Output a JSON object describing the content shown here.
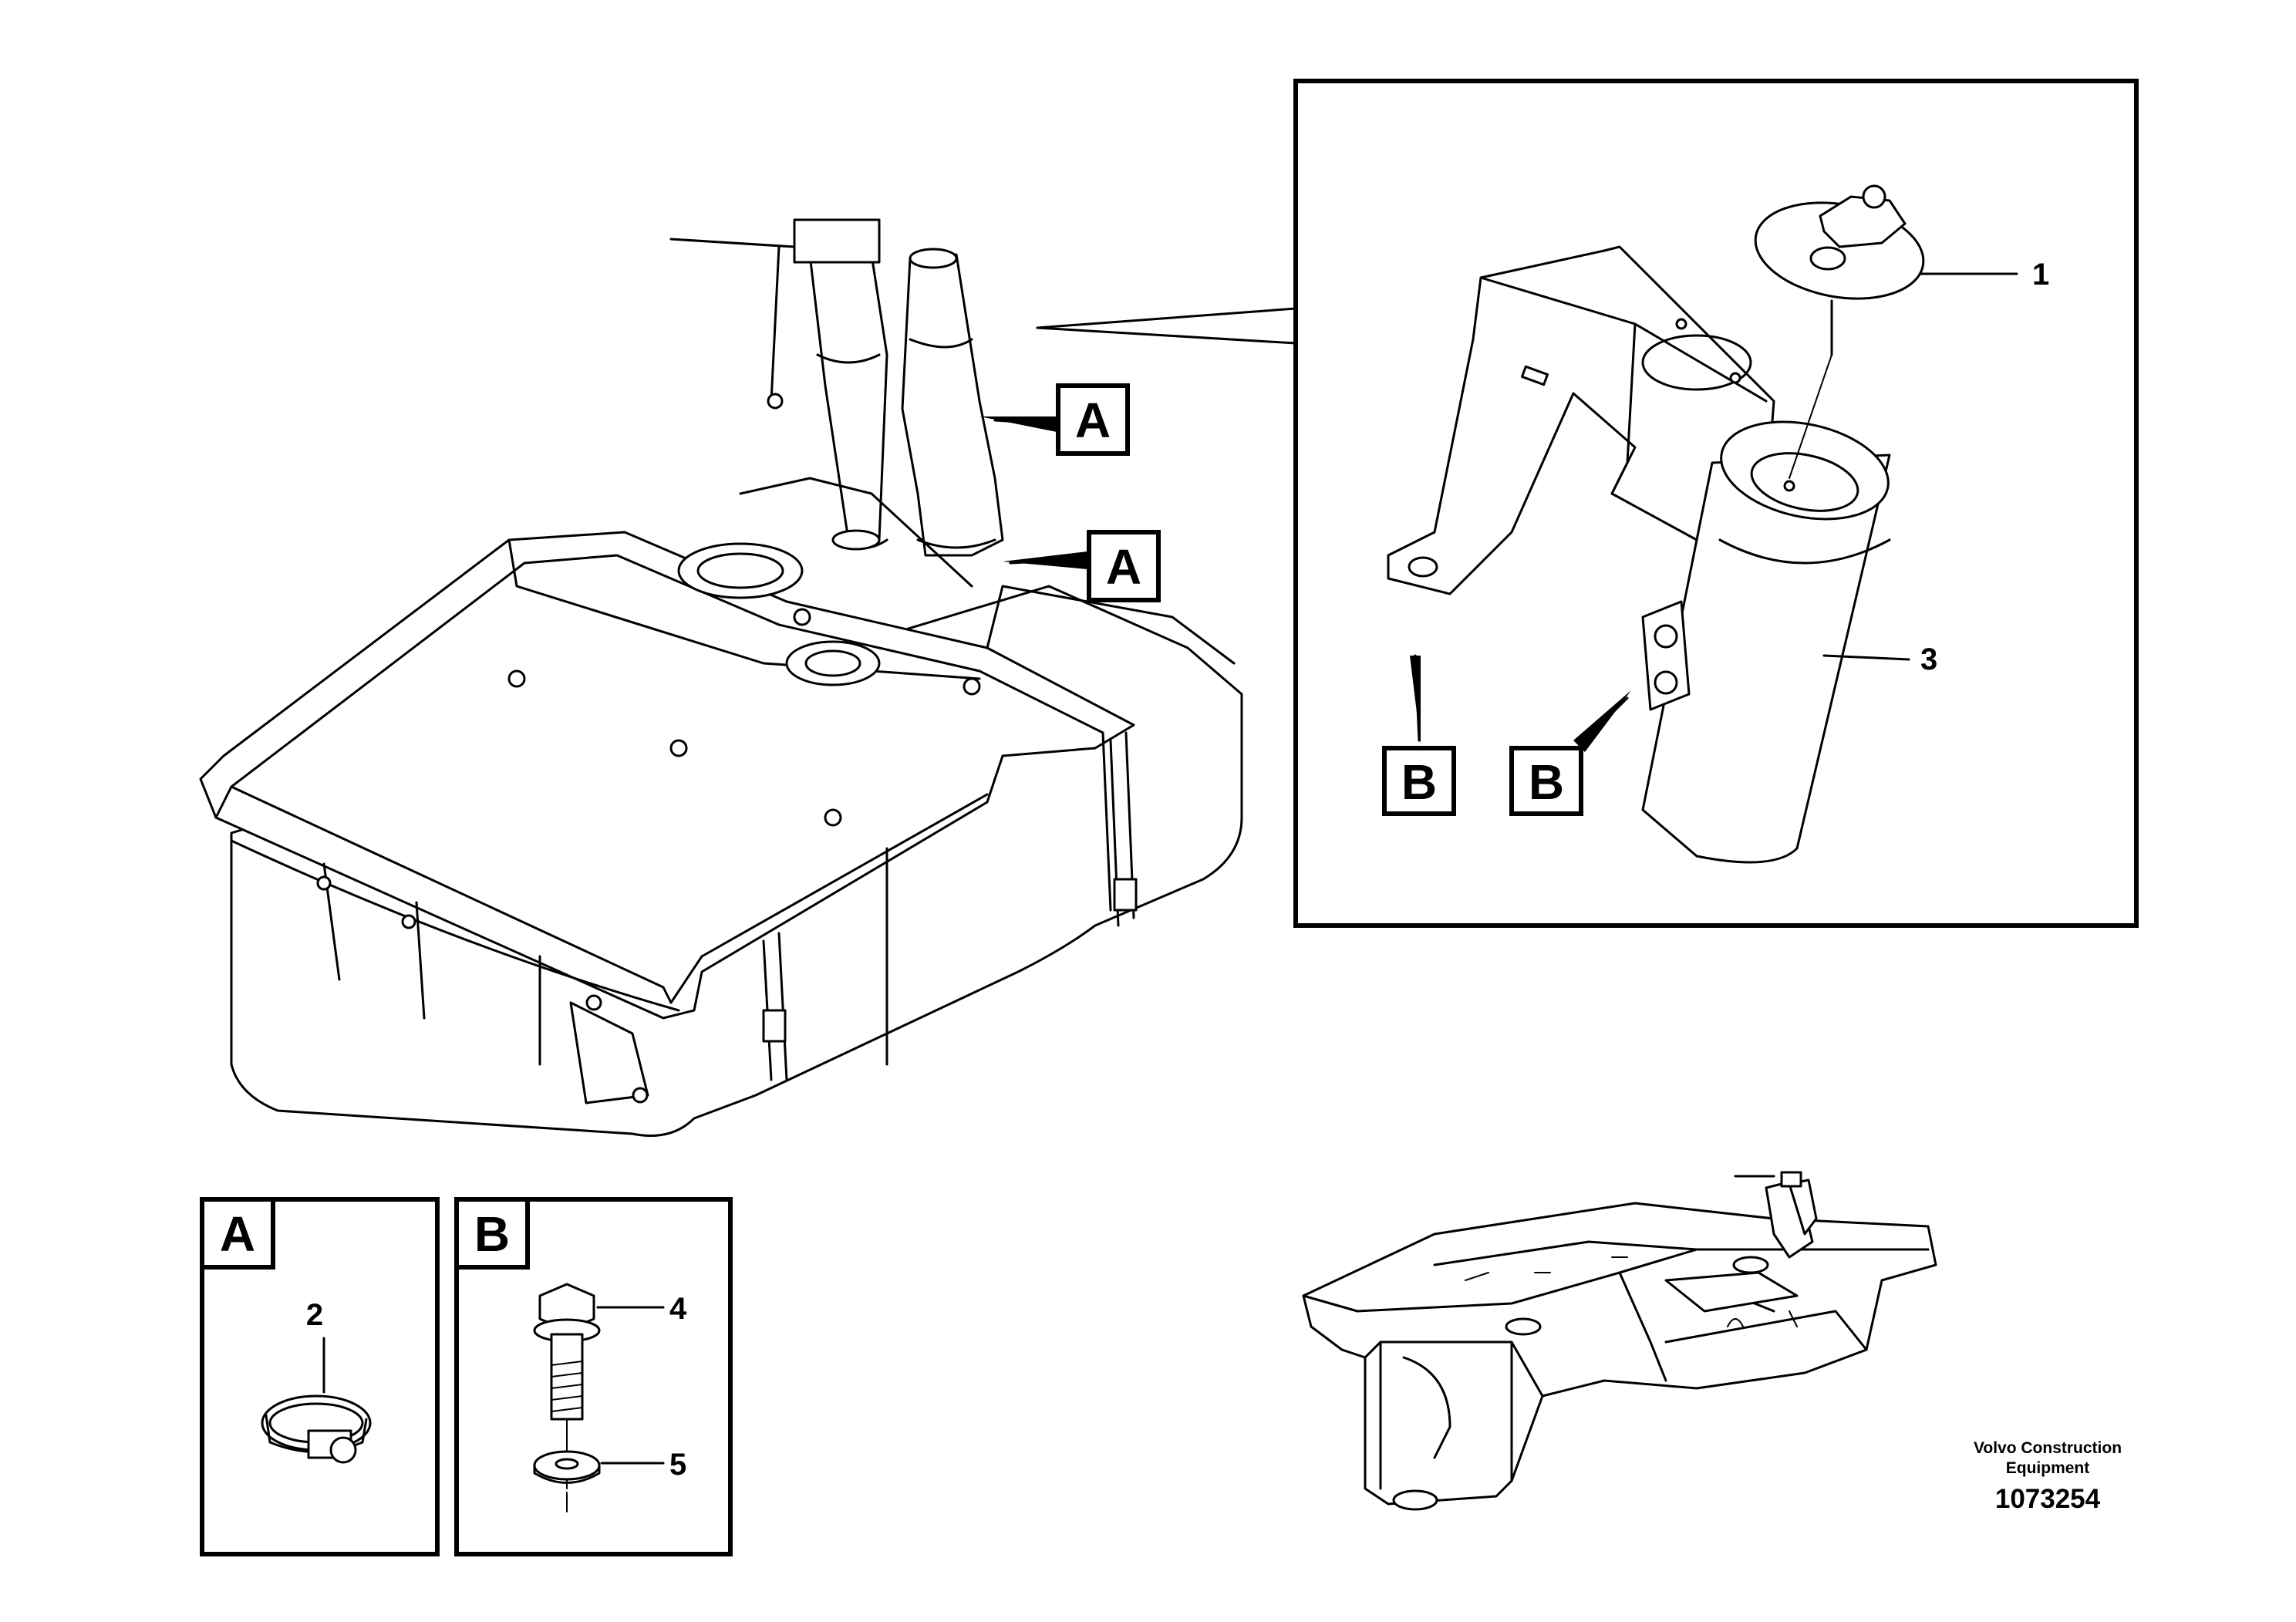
{
  "callouts": {
    "a1": "A",
    "a2": "A",
    "b1": "B",
    "b2": "B",
    "detail_a": "A",
    "detail_b": "B"
  },
  "parts": {
    "p1": "1",
    "p2": "2",
    "p3": "3",
    "p4": "4",
    "p5": "5"
  },
  "caption": {
    "line1": "Volvo Construction",
    "line2": "Equipment",
    "number": "1073254"
  }
}
